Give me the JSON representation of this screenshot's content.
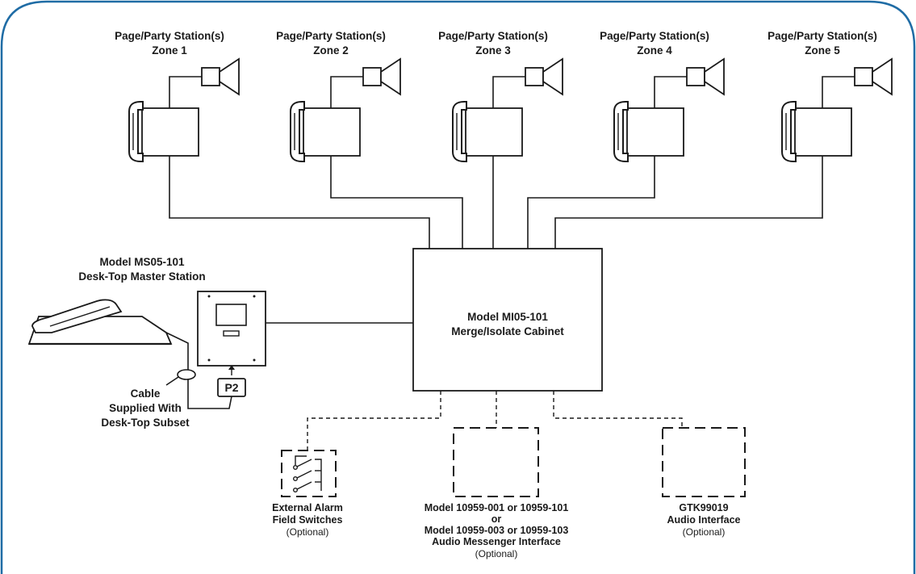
{
  "frame_color": "#1f6ca5",
  "zones": [
    {
      "title": "Page/Party Station(s)",
      "zone": "Zone 1"
    },
    {
      "title": "Page/Party Station(s)",
      "zone": "Zone 2"
    },
    {
      "title": "Page/Party Station(s)",
      "zone": "Zone 3"
    },
    {
      "title": "Page/Party Station(s)",
      "zone": "Zone 4"
    },
    {
      "title": "Page/Party Station(s)",
      "zone": "Zone 5"
    }
  ],
  "master_station": {
    "line1": "Model MS05-101",
    "line2": "Desk-Top Master Station"
  },
  "cabinet": {
    "line1": "Model MI05-101",
    "line2": "Merge/Isolate Cabinet"
  },
  "connector": "P2",
  "cable": {
    "line1": "Cable",
    "line2": "Supplied With",
    "line3": "Desk-Top Subset"
  },
  "alarm_switches": {
    "line1": "External Alarm",
    "line2": "Field Switches",
    "note": "(Optional)"
  },
  "messenger": {
    "line1": "Model 10959-001 or 10959-101",
    "line2": "or",
    "line3": "Model 10959-003 or 10959-103",
    "line4": "Audio Messenger Interface",
    "note": "(Optional)"
  },
  "audio_interface": {
    "line1": "GTK99019",
    "line2": "Audio Interface",
    "note": "(Optional)"
  }
}
